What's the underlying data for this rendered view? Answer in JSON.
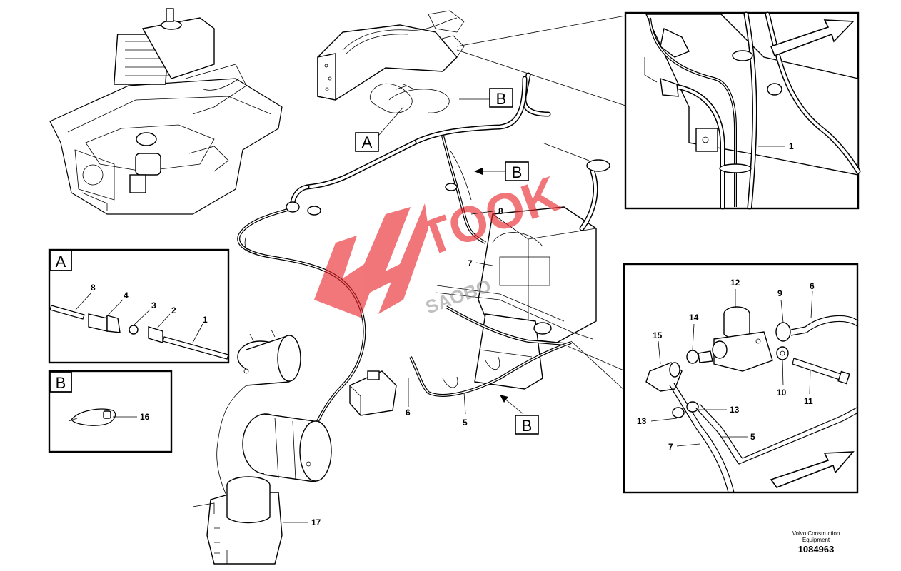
{
  "diagram": {
    "views": {
      "detail_a": {
        "letter": "A"
      },
      "detail_b": {
        "letter": "B"
      }
    },
    "main_callouts": {
      "a": "A",
      "b1": "B",
      "b2": "B",
      "b3": "B",
      "n8": "8",
      "n7": "7",
      "n6": "6",
      "n5": "5",
      "n17": "17"
    },
    "detail_a_labels": [
      "8",
      "4",
      "3",
      "2",
      "1"
    ],
    "detail_b_labels": [
      "16"
    ],
    "top_right_labels": [
      "1"
    ],
    "right_labels": {
      "n12": "12",
      "n9": "9",
      "n6": "6",
      "n14": "14",
      "n15": "15",
      "n10": "10",
      "n11": "11",
      "n13a": "13",
      "n13b": "13",
      "n5": "5",
      "n7": "7"
    },
    "watermark": {
      "top": "TOOK",
      "bottom": "SAOBO"
    }
  },
  "footer": {
    "caption_line1": "Volvo Construction",
    "caption_line2": "Equipment",
    "drawing_number": "1084963"
  },
  "colors": {
    "line": "#000000",
    "background": "#ffffff",
    "watermark_red": "#e8232a",
    "watermark_grey": "#9a9a9a"
  }
}
